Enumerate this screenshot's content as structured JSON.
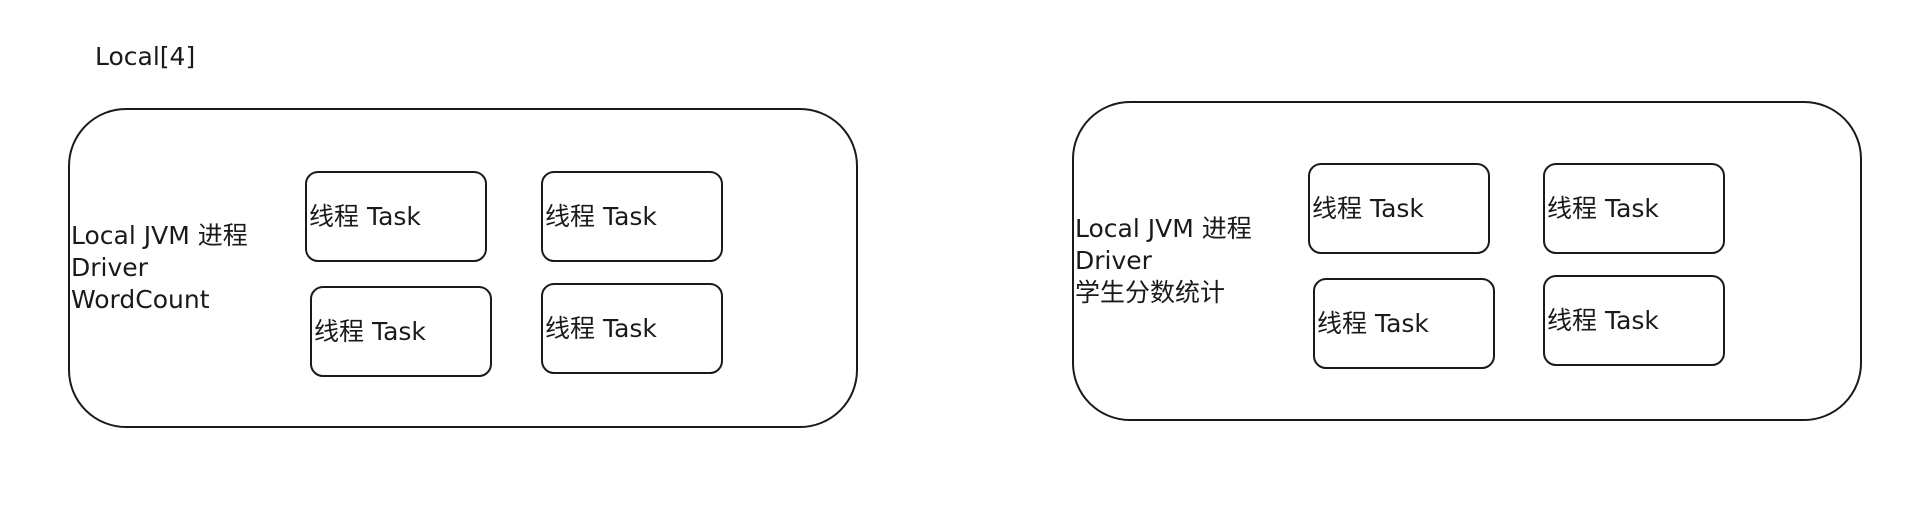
{
  "title": "Local[4]",
  "groups": [
    {
      "label_lines": [
        "Local JVM 进程",
        "Driver",
        "WordCount"
      ],
      "tasks": [
        "线程 Task",
        "线程 Task",
        "线程 Task",
        "线程 Task"
      ]
    },
    {
      "label_lines": [
        "Local JVM 进程",
        "Driver",
        "学生分数统计"
      ],
      "tasks": [
        "线程 Task",
        "线程 Task",
        "线程 Task",
        "线程 Task"
      ]
    }
  ]
}
